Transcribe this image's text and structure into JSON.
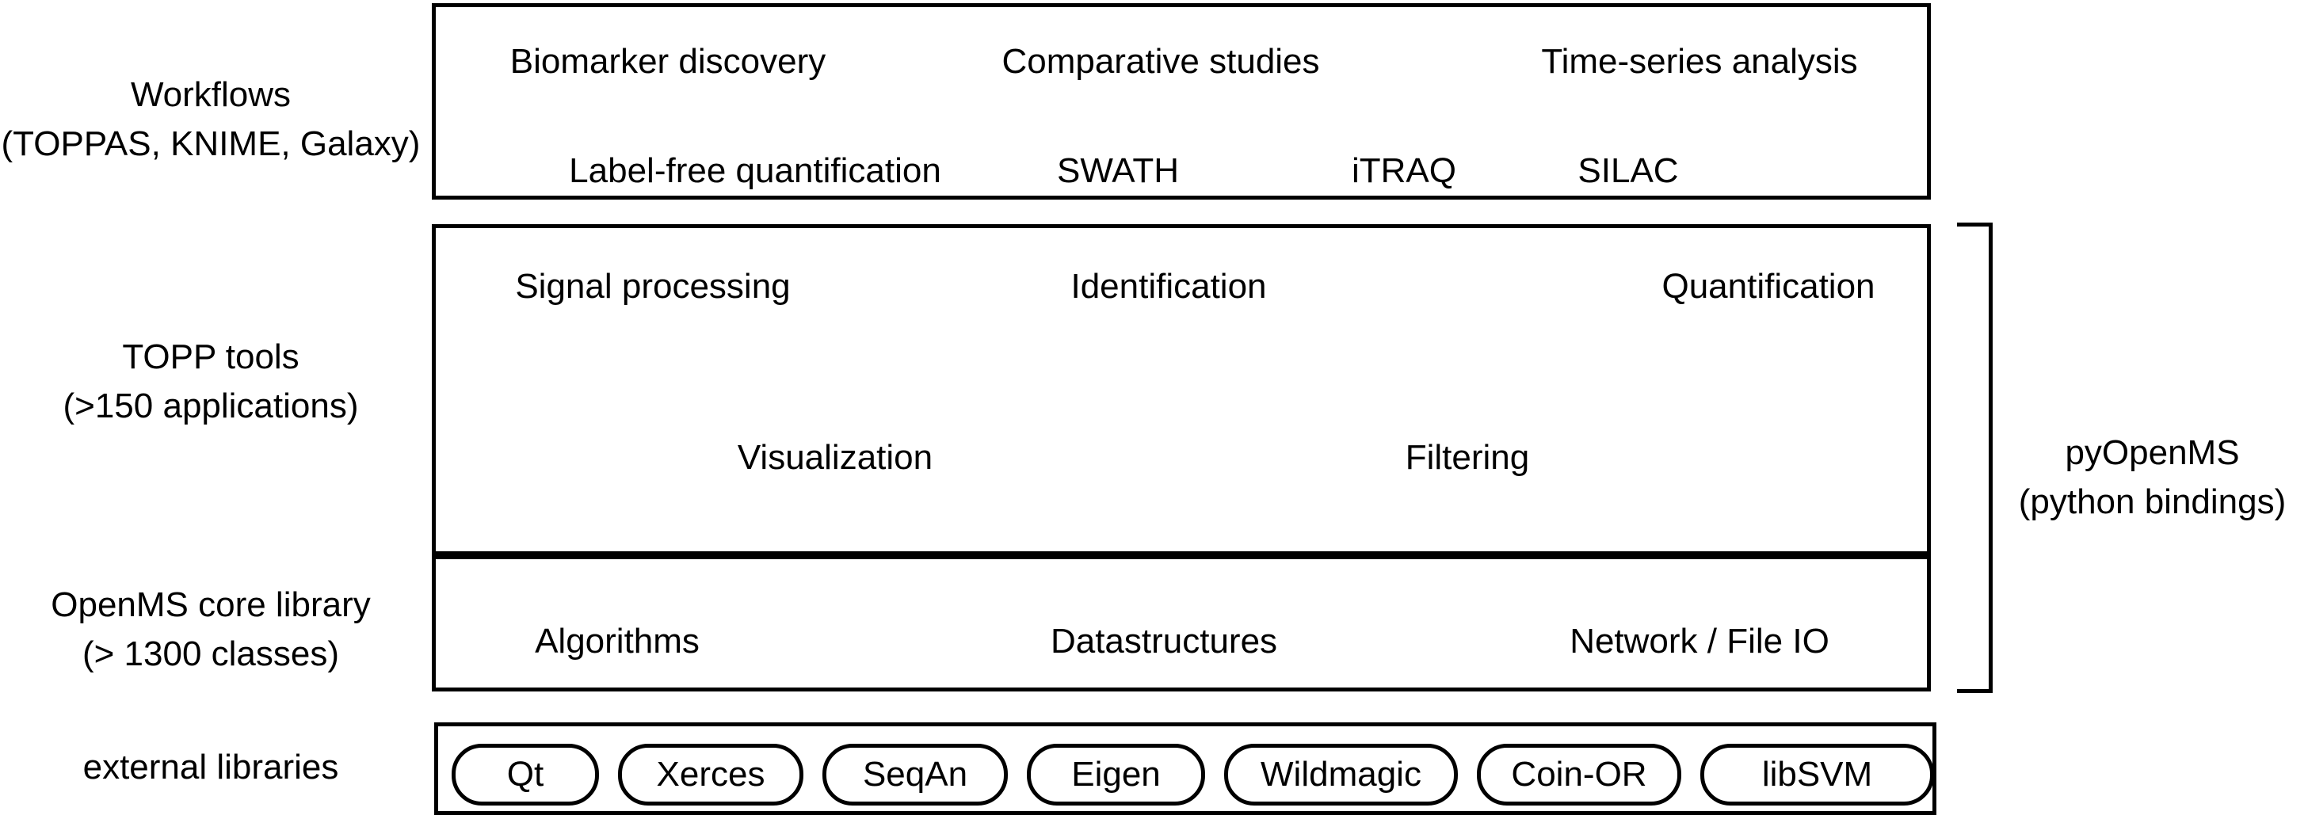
{
  "left_labels": {
    "workflows": {
      "line1": "Workflows",
      "line2": "(TOPPAS, KNIME, Galaxy)"
    },
    "topp": {
      "line1": "TOPP tools",
      "line2": "(>150 applications)"
    },
    "core": {
      "line1": "OpenMS core library",
      "line2": "(> 1300 classes)"
    },
    "external": {
      "line1": "external libraries"
    }
  },
  "right_label": {
    "line1": "pyOpenMS",
    "line2": "(python bindings)"
  },
  "workflows_box": {
    "items": [
      "Biomarker discovery",
      "Comparative studies",
      "Time-series analysis",
      "Label-free quantification",
      "SWATH",
      "iTRAQ",
      "SILAC"
    ]
  },
  "topp_box": {
    "items": [
      "Signal processing",
      "Identification",
      "Quantification",
      "Visualization",
      "Filtering"
    ]
  },
  "core_box": {
    "items": [
      "Algorithms",
      "Datastructures",
      "Network / File IO"
    ]
  },
  "external_box": {
    "libraries": [
      "Qt",
      "Xerces",
      "SeqAn",
      "Eigen",
      "Wildmagic",
      "Coin-OR",
      "libSVM"
    ]
  },
  "colors": {
    "line": "#000000",
    "text": "#000000",
    "background": "#ffffff"
  }
}
